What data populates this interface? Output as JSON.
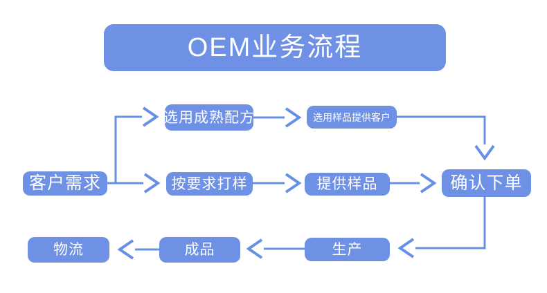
{
  "title": {
    "label": "OEM业务流程"
  },
  "nodes": {
    "customer_demand": {
      "label": "客户需求"
    },
    "mature_formula": {
      "label": "选用成熟配方"
    },
    "sample_to_customer": {
      "label": "选用样品提供客户"
    },
    "proofing": {
      "label": "按要求打样"
    },
    "provide_sample": {
      "label": "提供样品"
    },
    "confirm_order": {
      "label": "确认下单"
    },
    "production": {
      "label": "生产"
    },
    "finished_product": {
      "label": "成品"
    },
    "logistics": {
      "label": "物流"
    }
  },
  "edges": [
    {
      "from": "customer_demand",
      "to": "mature_formula"
    },
    {
      "from": "customer_demand",
      "to": "proofing"
    },
    {
      "from": "mature_formula",
      "to": "sample_to_customer"
    },
    {
      "from": "sample_to_customer",
      "to": "confirm_order"
    },
    {
      "from": "proofing",
      "to": "provide_sample"
    },
    {
      "from": "provide_sample",
      "to": "confirm_order"
    },
    {
      "from": "confirm_order",
      "to": "production"
    },
    {
      "from": "production",
      "to": "finished_product"
    },
    {
      "from": "finished_product",
      "to": "logistics"
    }
  ],
  "colors": {
    "node_fill": "#6E90E5",
    "node_text": "#FFFFFF",
    "arrow": "#6590E8",
    "background": "#FFFFFF"
  }
}
